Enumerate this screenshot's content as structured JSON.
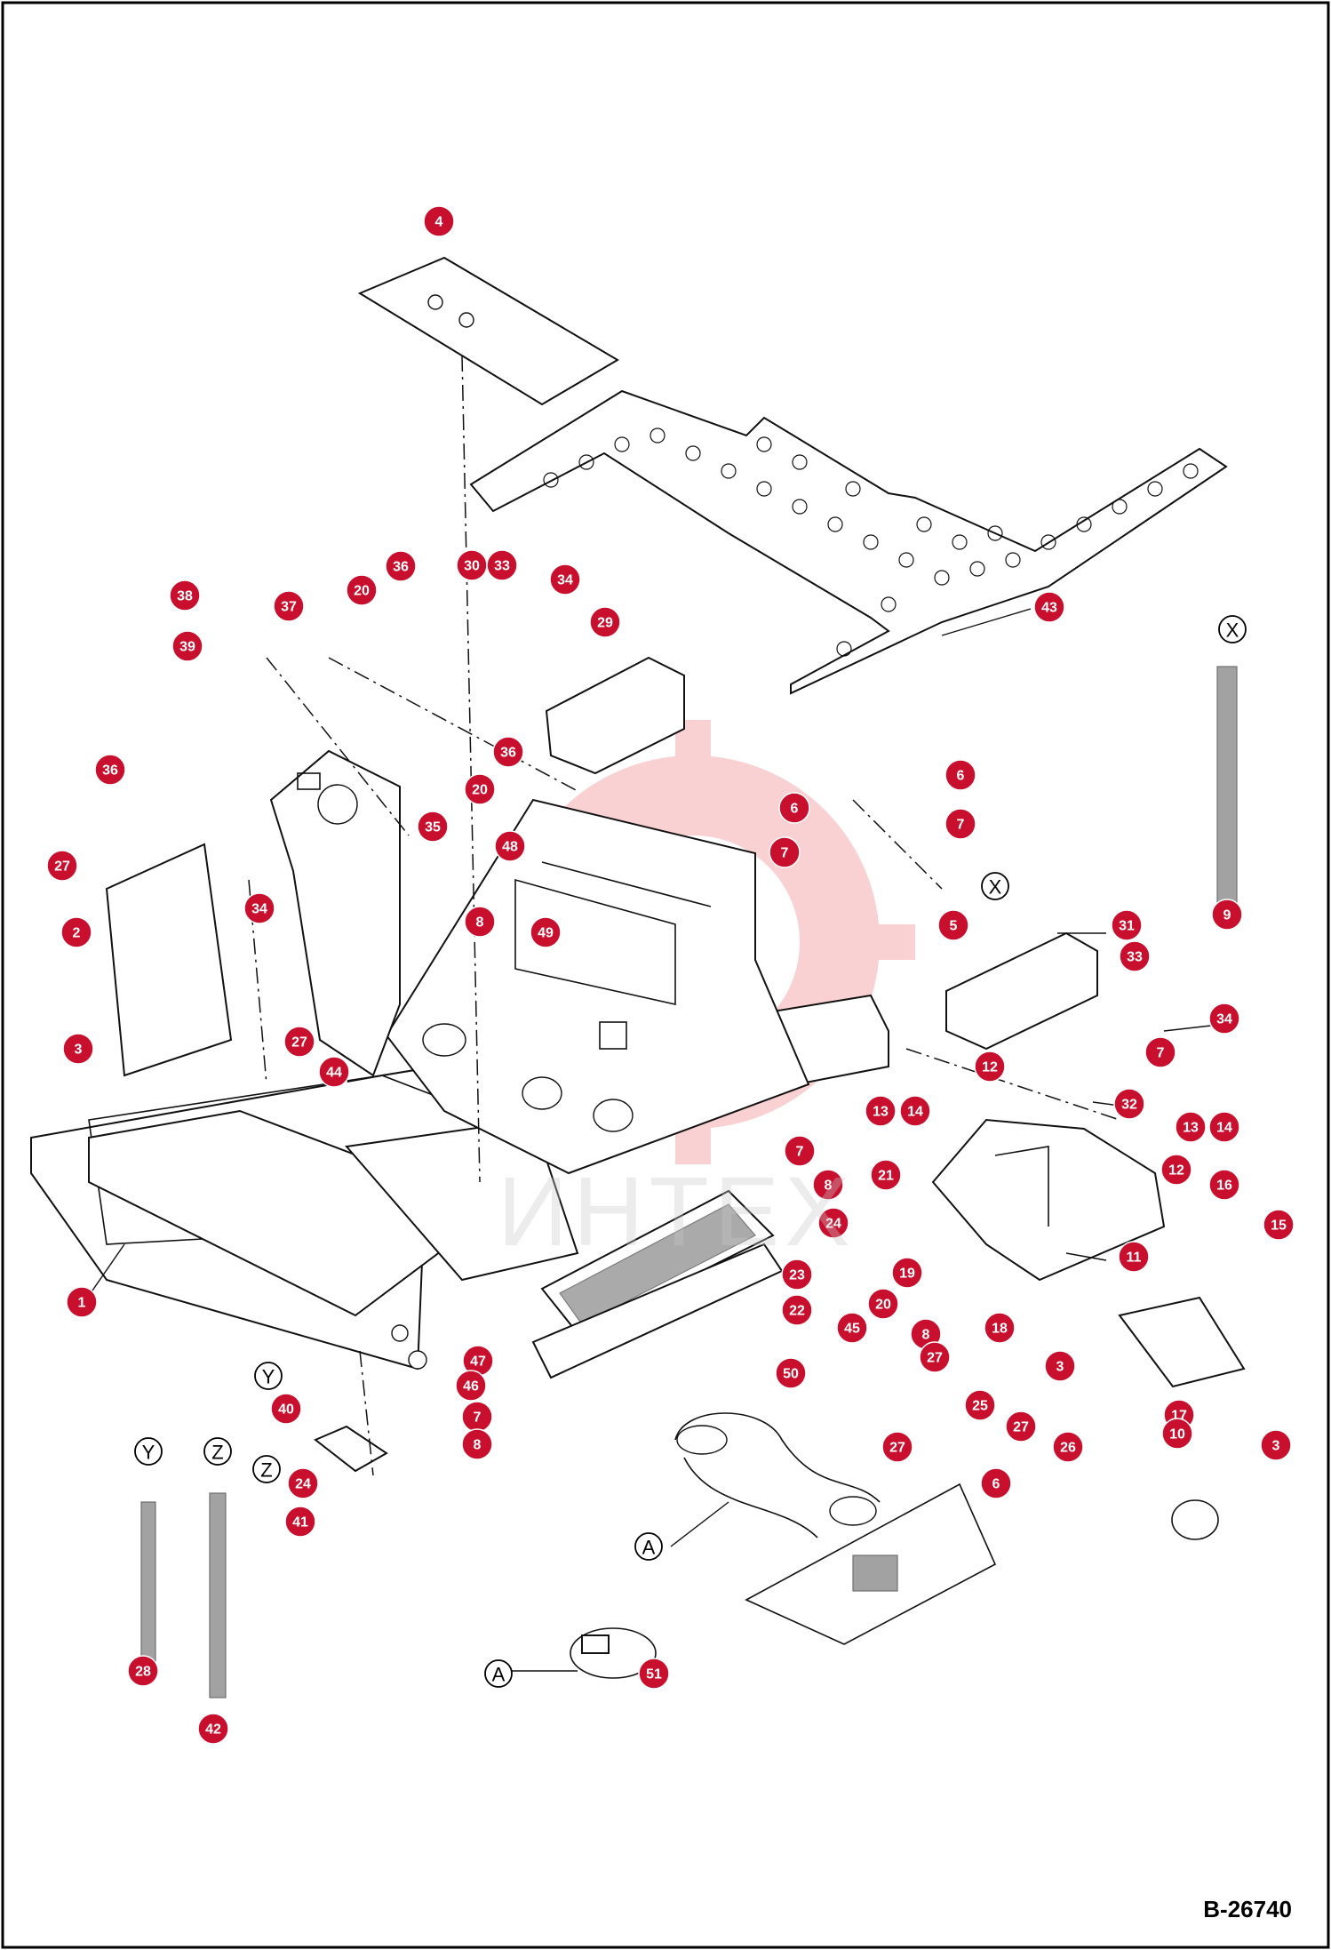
{
  "figure_code": "B-26740",
  "watermark": "ИНТЕХ",
  "colors": {
    "callout": "#c8102e",
    "line": "#111111",
    "watermark": "#f4a0a0"
  },
  "view_letters": [
    "X",
    "Y",
    "Z",
    "A"
  ],
  "callouts": [
    {
      "n": "4"
    },
    {
      "n": "43"
    },
    {
      "n": "38"
    },
    {
      "n": "37"
    },
    {
      "n": "39"
    },
    {
      "n": "20"
    },
    {
      "n": "36"
    },
    {
      "n": "30"
    },
    {
      "n": "33"
    },
    {
      "n": "34"
    },
    {
      "n": "29"
    },
    {
      "n": "36"
    },
    {
      "n": "20"
    },
    {
      "n": "35"
    },
    {
      "n": "36"
    },
    {
      "n": "27"
    },
    {
      "n": "2"
    },
    {
      "n": "34"
    },
    {
      "n": "27"
    },
    {
      "n": "44"
    },
    {
      "n": "3"
    },
    {
      "n": "48"
    },
    {
      "n": "8"
    },
    {
      "n": "49"
    },
    {
      "n": "6"
    },
    {
      "n": "6"
    },
    {
      "n": "7"
    },
    {
      "n": "7"
    },
    {
      "n": "5"
    },
    {
      "n": "9"
    },
    {
      "n": "31"
    },
    {
      "n": "33"
    },
    {
      "n": "34"
    },
    {
      "n": "7"
    },
    {
      "n": "12"
    },
    {
      "n": "32"
    },
    {
      "n": "13"
    },
    {
      "n": "14"
    },
    {
      "n": "13"
    },
    {
      "n": "14"
    },
    {
      "n": "12"
    },
    {
      "n": "16"
    },
    {
      "n": "15"
    },
    {
      "n": "11"
    },
    {
      "n": "1"
    },
    {
      "n": "7"
    },
    {
      "n": "21"
    },
    {
      "n": "8"
    },
    {
      "n": "24"
    },
    {
      "n": "23"
    },
    {
      "n": "19"
    },
    {
      "n": "22"
    },
    {
      "n": "20"
    },
    {
      "n": "45"
    },
    {
      "n": "18"
    },
    {
      "n": "8"
    },
    {
      "n": "27"
    },
    {
      "n": "3"
    },
    {
      "n": "25"
    },
    {
      "n": "27"
    },
    {
      "n": "26"
    },
    {
      "n": "17"
    },
    {
      "n": "10"
    },
    {
      "n": "3"
    },
    {
      "n": "27"
    },
    {
      "n": "6"
    },
    {
      "n": "47"
    },
    {
      "n": "46"
    },
    {
      "n": "7"
    },
    {
      "n": "8"
    },
    {
      "n": "50"
    },
    {
      "n": "40"
    },
    {
      "n": "24"
    },
    {
      "n": "41"
    },
    {
      "n": "28"
    },
    {
      "n": "42"
    },
    {
      "n": "51"
    }
  ]
}
